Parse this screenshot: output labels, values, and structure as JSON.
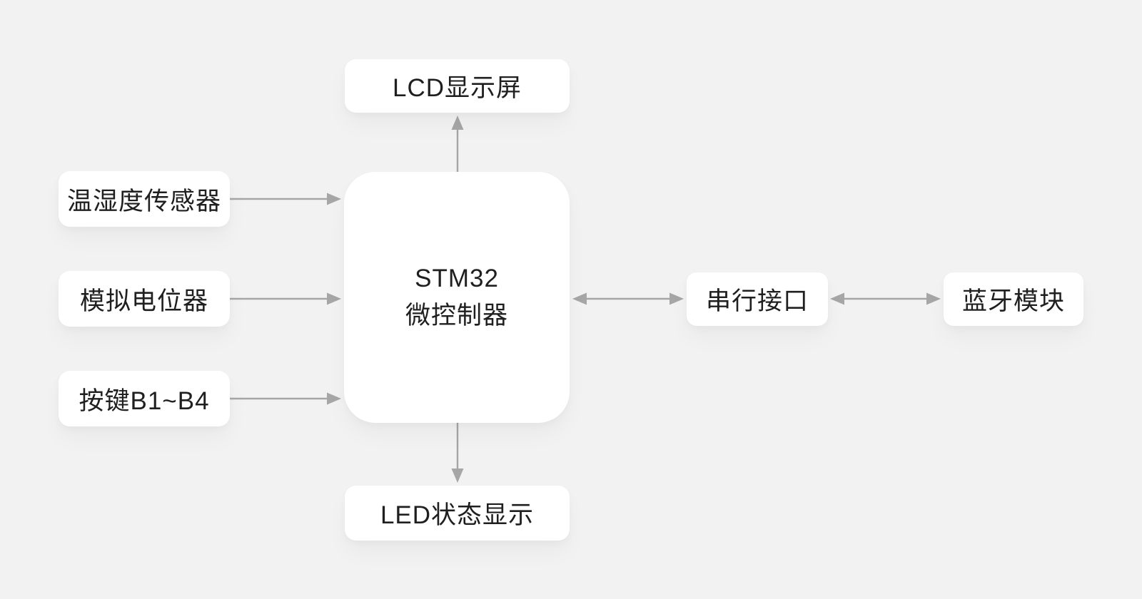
{
  "nodes": {
    "lcd": {
      "label": "LCD显示屏"
    },
    "sensor": {
      "label": "温湿度传感器"
    },
    "potentiometer": {
      "label": "模拟电位器"
    },
    "keys": {
      "label": "按键B1~B4"
    },
    "mcu": {
      "line1": "STM32",
      "line2": "微控制器"
    },
    "serial": {
      "label": "串行接口"
    },
    "bluetooth": {
      "label": "蓝牙模块"
    },
    "led": {
      "label": "LED状态显示"
    }
  },
  "colors": {
    "background": "#f2f2f2",
    "node_fill": "#ffffff",
    "arrow": "#a6a6a6",
    "text": "#1f1f1f"
  }
}
